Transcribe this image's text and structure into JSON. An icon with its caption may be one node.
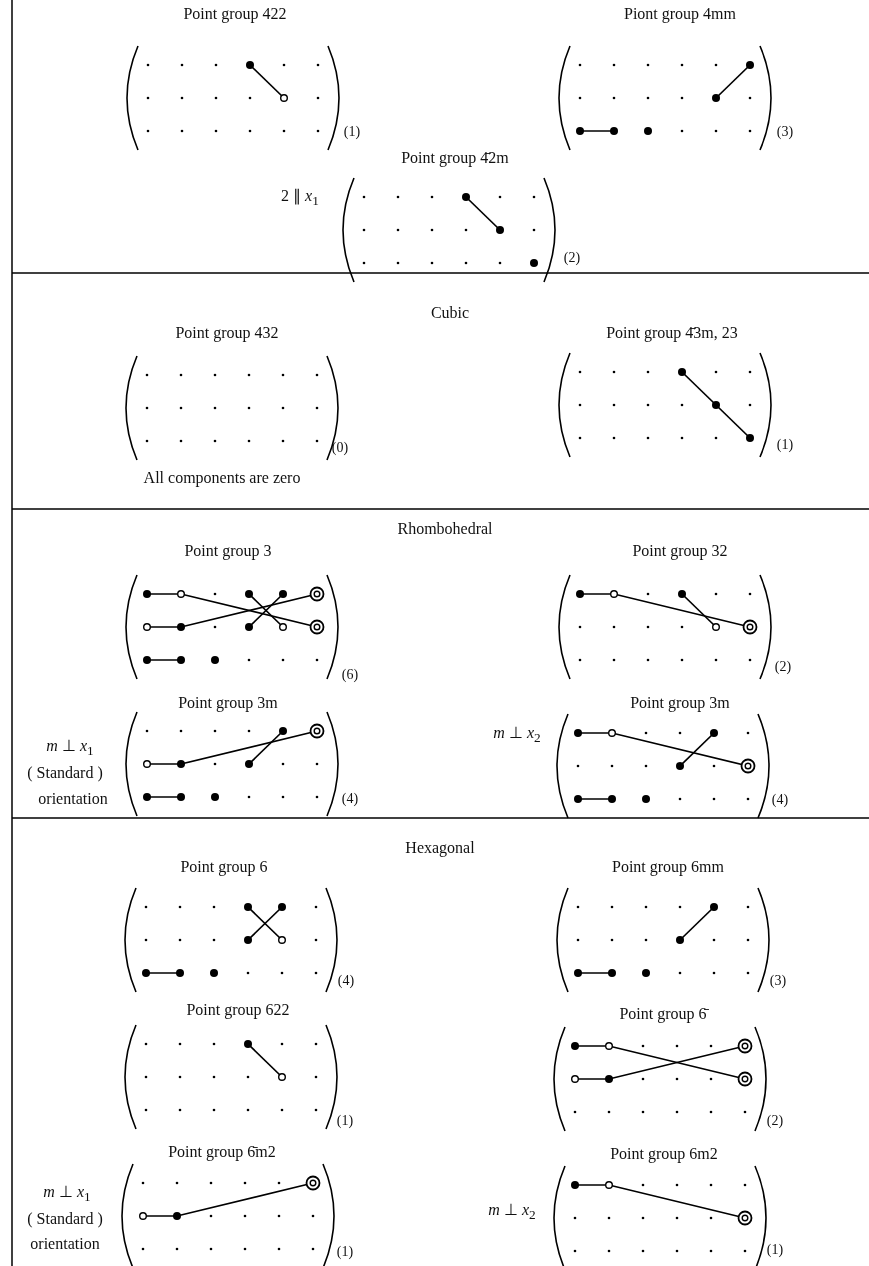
{
  "diagram": {
    "labels": [
      "Point group 422",
      "Piont group 4mm",
      "(1)",
      "(3)",
      "Point group 4̄2m",
      "2 ∥ *x*$_{1}$",
      "(2)",
      "Cubic",
      "Point group 432",
      "Point group 4̄3m, 23",
      "(0)",
      "(1)",
      "All components are zero",
      "Rhombohedral",
      "Point group 3",
      "Point group 32",
      "(6)",
      "(2)",
      "Point group 3m",
      "Point group 3m",
      "*m* ⊥ *x*$_{1}$",
      "*m* ⊥ *x*$_{2}$",
      "( Standard )",
      "orientation",
      "(4)",
      "(4)",
      "Hexagonal",
      "Point group 6",
      "Point group 6mm",
      "(4)",
      "(3)",
      "Point group 622",
      "Point group 6̄",
      "(1)",
      "(2)",
      "Point group 6̄m2",
      "Point group 6m2",
      "*m* ⊥ *x*$_{1}$",
      "*m* ⊥ *x*$_{2}$",
      "( Standard )",
      "orientation",
      "(1)",
      "(1)"
    ]
  }
}
